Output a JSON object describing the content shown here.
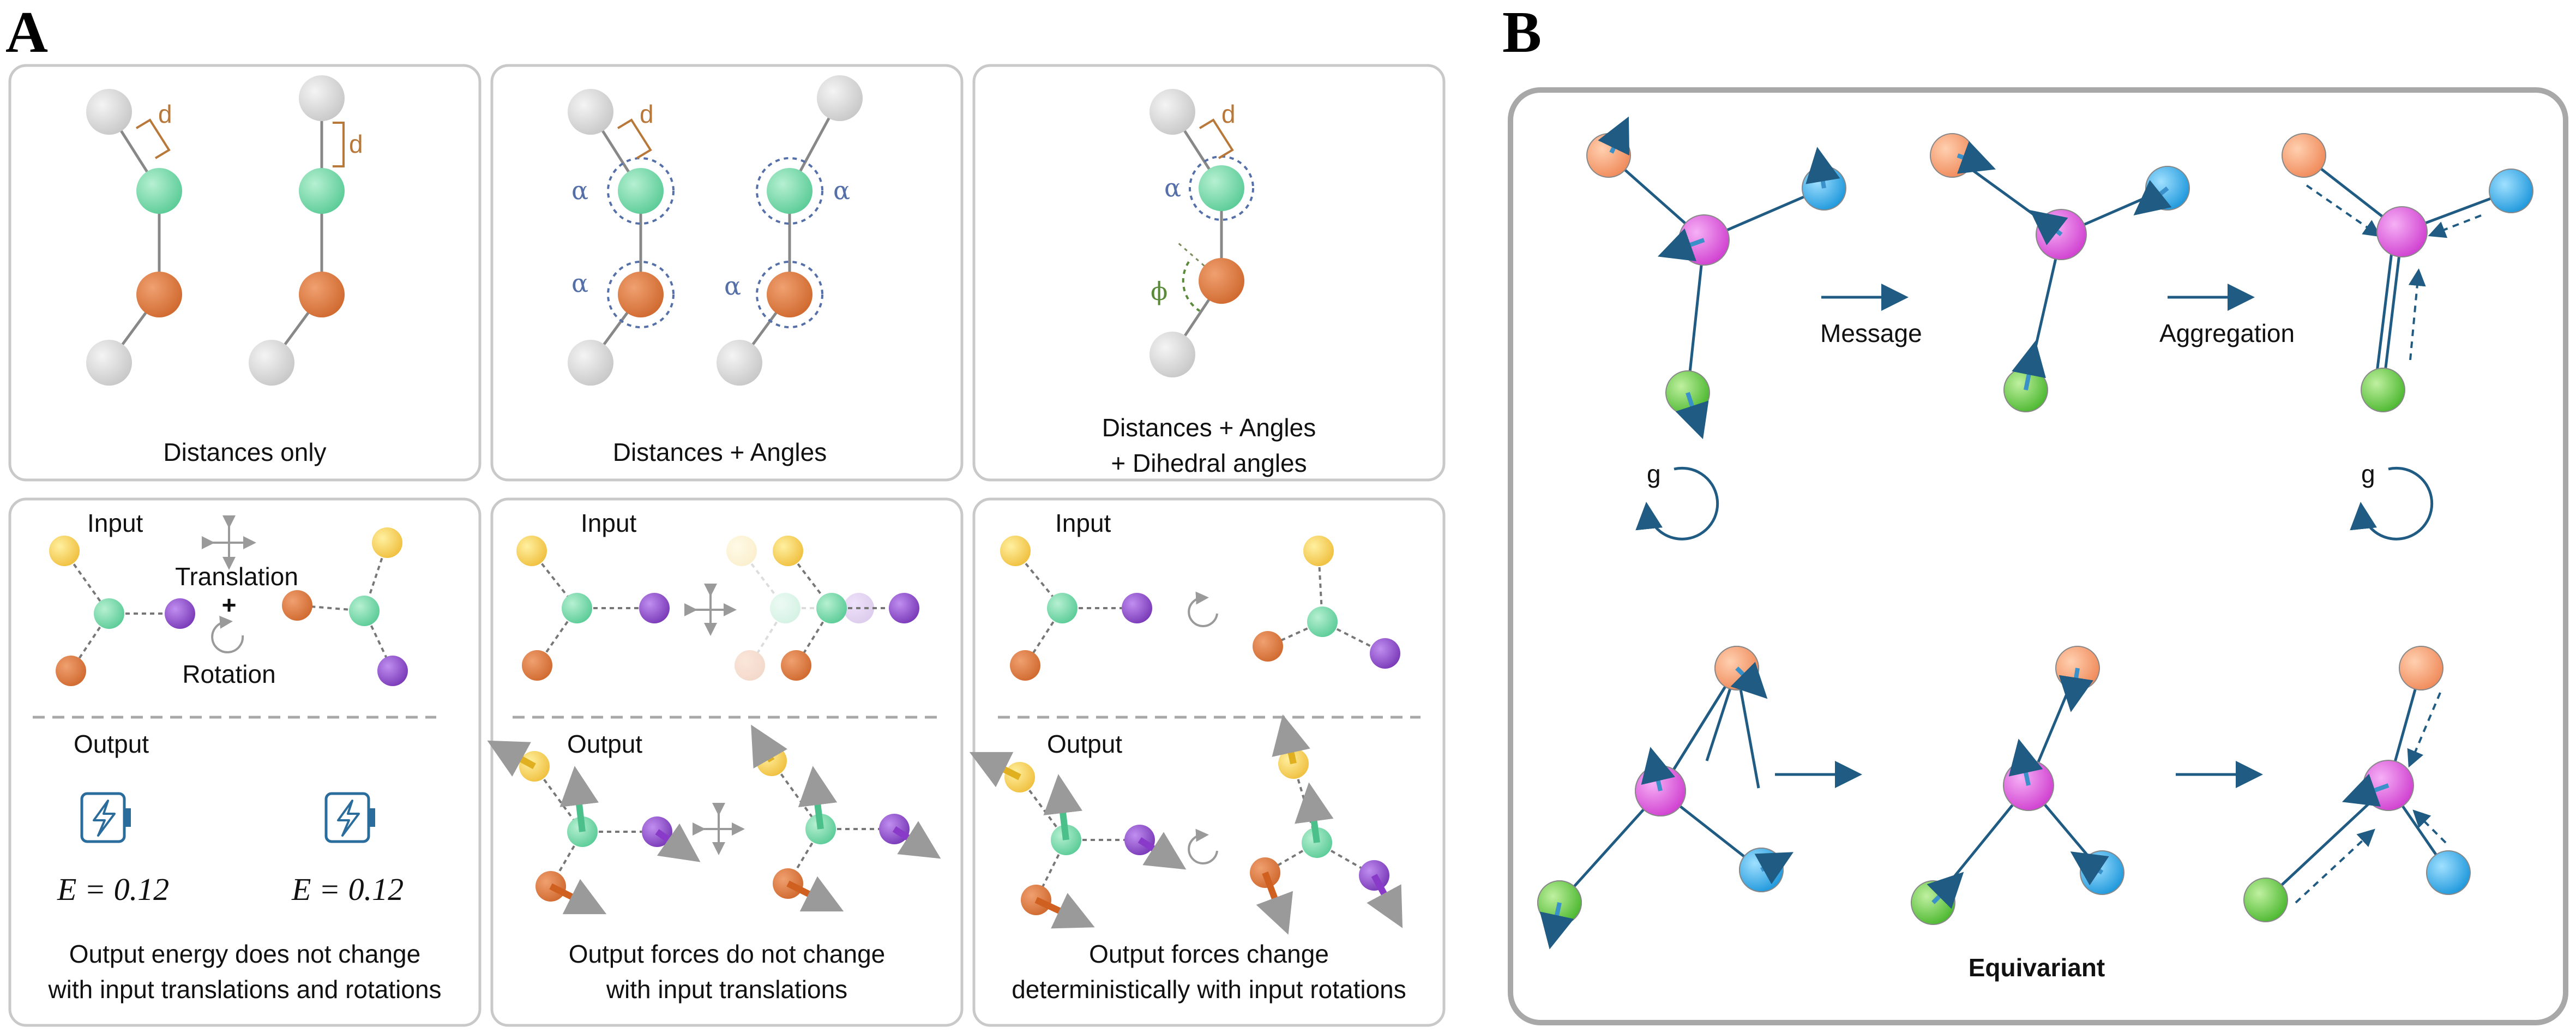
{
  "panels": {
    "a_letter": "A",
    "b_letter": "B"
  },
  "panel_a": {
    "top": {
      "distances_only": "Distances only",
      "distances_angles": "Distances + Angles",
      "dist_angles_dihedral_line1": "Distances + Angles",
      "dist_angles_dihedral_line2": "+ Dihedral angles",
      "d_label": "d",
      "alpha_label": "α",
      "phi_label": "ϕ"
    },
    "bottom": {
      "input": "Input",
      "output": "Output",
      "translation": "Translation",
      "plus": "+",
      "rotation": "Rotation",
      "energy_left": "E = 0.12",
      "energy_right": "E = 0.12",
      "caption1_line1": "Output energy does not change",
      "caption1_line2": "with input translations and rotations",
      "caption2_line1": "Output forces do not change",
      "caption2_line2": "with input translations",
      "caption3_line1": "Output forces change",
      "caption3_line2": "deterministically with input rotations"
    }
  },
  "panel_b": {
    "message": "Message",
    "aggregation": "Aggregation",
    "g_left": "g",
    "g_right": "g",
    "equivariant": "Equivariant"
  },
  "colors": {
    "gray_atom": "#d8d8d8",
    "green_atom": "#7fdcb0",
    "orange_atom": "#e0804a",
    "yellow_atom": "#f5cf5a",
    "purple_atom": "#9a5bd0",
    "bond_blue": "#1f5b82",
    "magenta_node": "#e06be0",
    "peach_node": "#f5a27a",
    "sky_node": "#3fb0ea",
    "lime_node": "#6fd050",
    "dim_brown": "#b8783a",
    "alpha_blue": "#5570a8",
    "phi_green": "#5a8a3a"
  }
}
